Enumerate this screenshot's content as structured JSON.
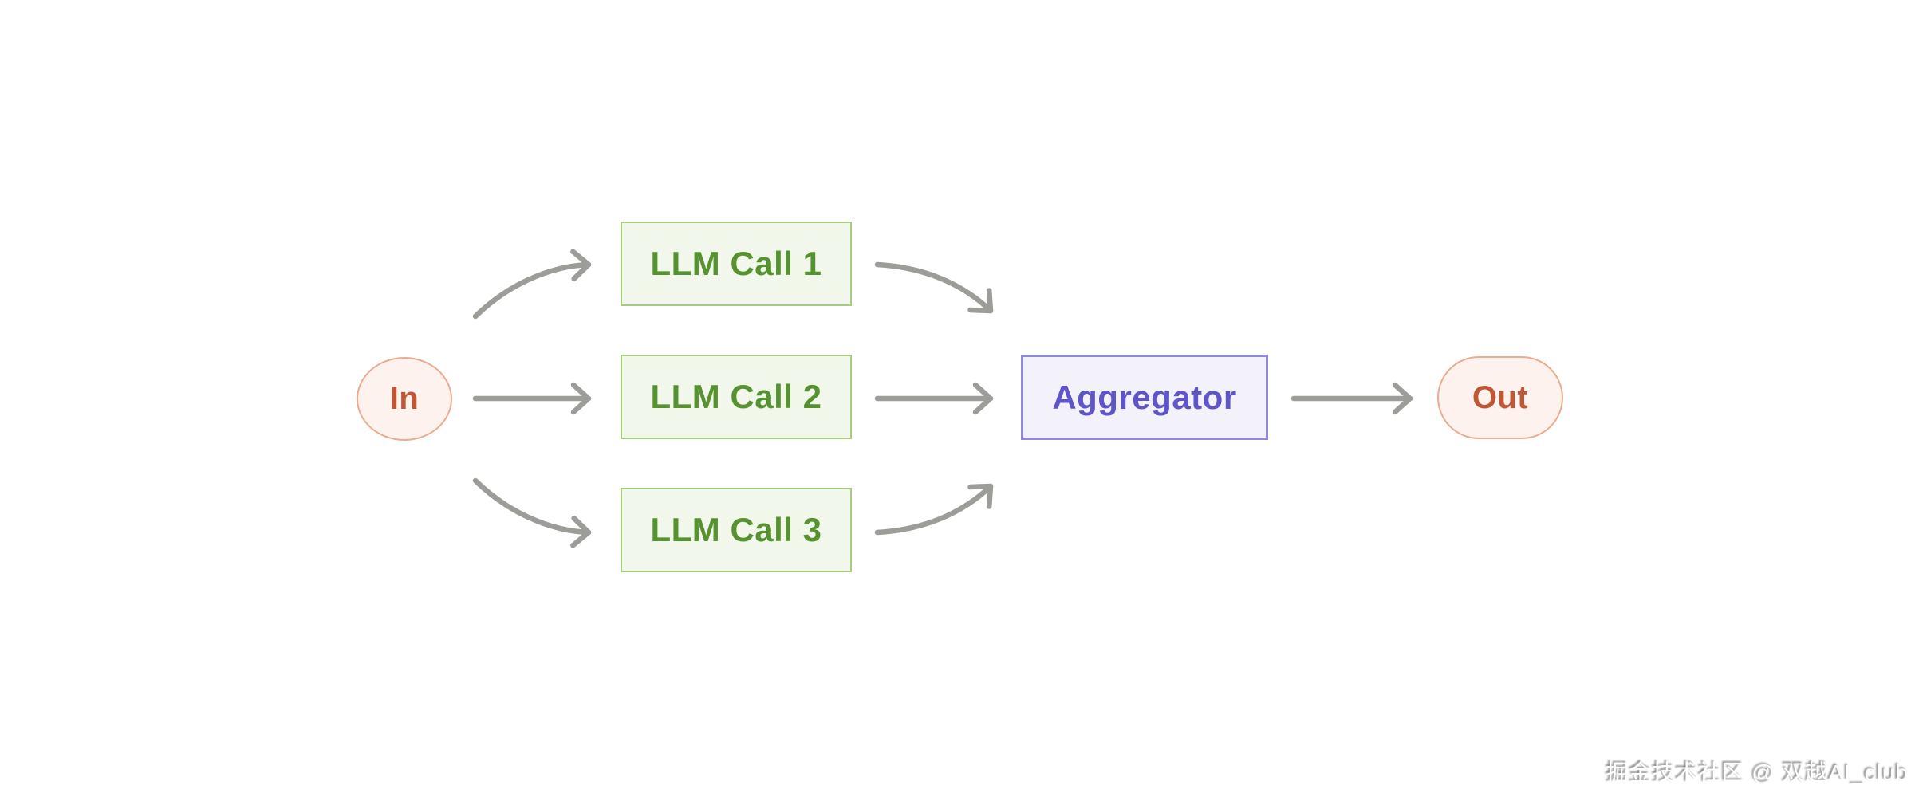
{
  "nodes": {
    "in": {
      "label": "In",
      "shape": "circle"
    },
    "llm_calls": [
      {
        "label": "LLM Call 1"
      },
      {
        "label": "LLM Call 2"
      },
      {
        "label": "LLM Call 3"
      }
    ],
    "aggregator": {
      "label": "Aggregator",
      "shape": "rectangle"
    },
    "out": {
      "label": "Out",
      "shape": "pill"
    }
  },
  "edges": [
    {
      "from": "In",
      "to": "LLM Call 1",
      "style": "curved"
    },
    {
      "from": "In",
      "to": "LLM Call 2",
      "style": "straight"
    },
    {
      "from": "In",
      "to": "LLM Call 3",
      "style": "curved"
    },
    {
      "from": "LLM Call 1",
      "to": "Aggregator",
      "style": "curved"
    },
    {
      "from": "LLM Call 2",
      "to": "Aggregator",
      "style": "straight"
    },
    {
      "from": "LLM Call 3",
      "to": "Aggregator",
      "style": "curved"
    },
    {
      "from": "Aggregator",
      "to": "Out",
      "style": "straight"
    }
  ],
  "watermark": {
    "text": "掘金技术社区 @ 双越AI_club"
  },
  "colors": {
    "io_border": "#ecab8f",
    "io_bg": "#fdf2ee",
    "io_text": "#c05634",
    "llm_border": "#a7cc7f",
    "llm_bg": "#f1f7ea",
    "llm_text": "#579231",
    "agg_border": "#9089d9",
    "agg_bg": "#f3f2fb",
    "agg_text": "#5e55c8",
    "arrow": "#9c9c98",
    "watermark_text": "#ffffff",
    "background": "#ffffff"
  }
}
